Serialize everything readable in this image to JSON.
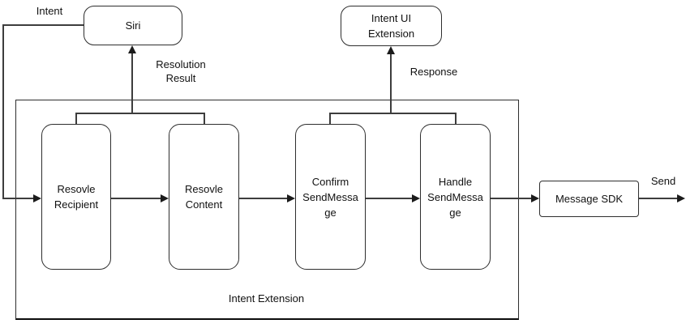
{
  "labels": {
    "intent": "Intent",
    "resolution_result": "Resolution\nResult",
    "response": "Response",
    "send": "Send",
    "container": "Intent Extension"
  },
  "nodes": {
    "siri": "Siri",
    "intent_ui_extension": "Intent UI\nExtension",
    "resolve_recipient": "Resovle\nRecipient",
    "resolve_content": "Resovle\nContent",
    "confirm_send_message": "Confirm\nSendMessa\nge",
    "handle_send_message": "Handle\nSendMessa\nge",
    "message_sdk": "Message SDK"
  },
  "colors": {
    "stroke": "#3d3d3d",
    "text": "#111111",
    "background": "#ffffff"
  }
}
